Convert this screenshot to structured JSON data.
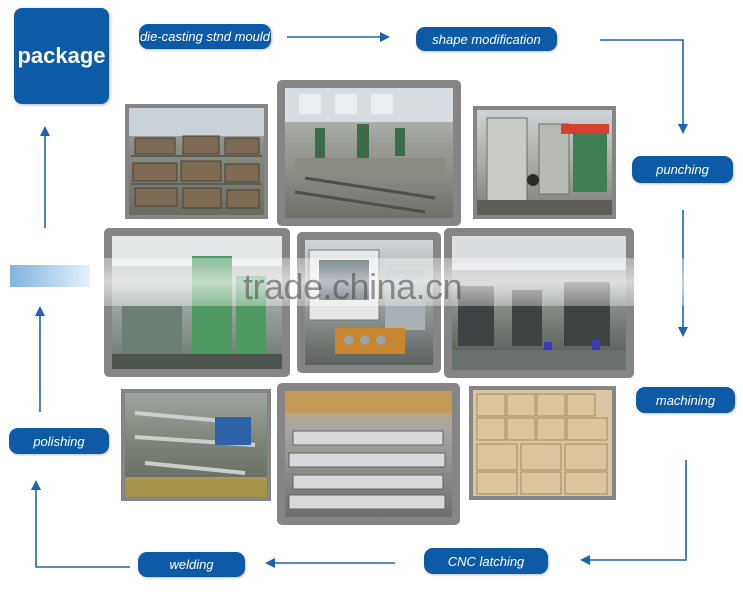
{
  "package_label": "package",
  "steps": {
    "die_casting": "die-casting stnd mould",
    "shape_modification": "shape modification",
    "punching": "punching",
    "machining": "machining",
    "cnc_latching": "CNC latching",
    "welding": "welding",
    "polishing": "polishing"
  },
  "watermark": "trade.china.cn",
  "colors": {
    "accent": "#0d5aa7",
    "arrow": "#1d63ad",
    "frame": "#858585"
  }
}
